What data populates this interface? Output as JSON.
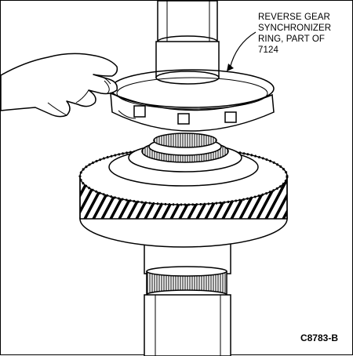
{
  "callout": {
    "lines": [
      "REVERSE GEAR",
      "SYNCHRONIZER",
      "RING, PART OF",
      "7124"
    ]
  },
  "figure_code": "C8783-B",
  "icons": {
    "hand": "hand-icon",
    "shaft": "shaft-icon",
    "ring": "synchronizer-ring-icon",
    "gear": "helical-gear-icon"
  }
}
